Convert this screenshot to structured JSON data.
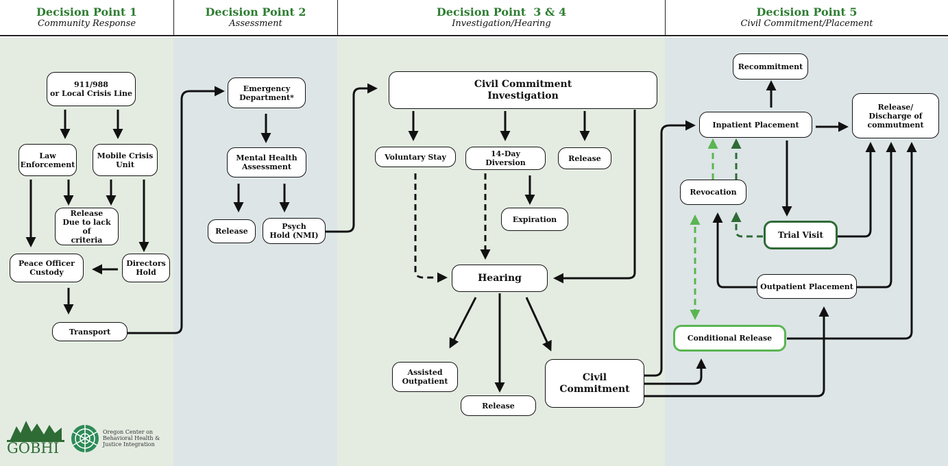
{
  "headers": [
    {
      "title": "Decision Point 1",
      "subtitle": "Community Response"
    },
    {
      "title": "Decision Point 2",
      "subtitle": "Assessment"
    },
    {
      "title": "Decision Point  3 & 4",
      "subtitle": "Investigation/Hearing"
    },
    {
      "title": "Decision Point 5",
      "subtitle": "Civil Commitment/Placement"
    }
  ],
  "nodes": {
    "crisis_line": "911/988\nor Local Crisis Line",
    "law_enforcement": "Law\nEnforcement",
    "mobile_crisis": "Mobile Crisis\nUnit",
    "release_lack": "Release\nDue to lack of\ncriteria",
    "peace_officer": "Peace Officer\nCustody",
    "directors_hold": "Directors\nHold",
    "transport": "Transport",
    "emergency_dept": "Emergency\nDepartment*",
    "mh_assessment": "Mental Health\nAssessment",
    "release_dp2": "Release",
    "psych_hold": "Psych\nHold  (NMI)",
    "cc_investigation": "Civil Commitment\nInvestigation",
    "voluntary_stay": "Voluntary Stay",
    "diversion": "14-Day\nDiversion",
    "release_inv": "Release",
    "expiration": "Expiration",
    "hearing": "Hearing",
    "assisted_outpatient": "Assisted\nOutpatient",
    "release_hearing": "Release",
    "civil_commitment": "Civil\nCommitment",
    "recommitment": "Recommitment",
    "inpatient": "Inpatient Placement",
    "discharge": "Release/\nDischarge of\ncommutment",
    "revocation": "Revocation",
    "trial_visit": "Trial Visit",
    "outpatient_placement": "Outpatient Placement",
    "conditional_release": "Conditional Release"
  },
  "logos": {
    "gobhi": "GOBHI",
    "oregon_center": "Oregon Center on\nBehavioral Health &\nJustice Integration"
  },
  "colors": {
    "header_title": "#2e7d32",
    "col_green_bg": "#e4ece2",
    "col_blue_bg": "#dde5e7",
    "dark_green": "#2e6b35",
    "light_green": "#5ab552",
    "arrow": "#111111"
  }
}
